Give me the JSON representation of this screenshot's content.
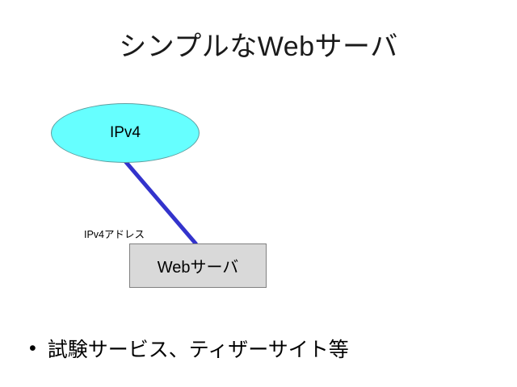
{
  "slide": {
    "title": "シンプルなWebサーバ",
    "background_color": "#ffffff",
    "text_color": "#000000"
  },
  "diagram": {
    "ellipse": {
      "label": "IPv4",
      "fill_color": "#66ffff",
      "border_color": "#5f9ea0"
    },
    "connector": {
      "label": "IPv4アドレス",
      "color": "#3333cc"
    },
    "server_box": {
      "label": "Webサーバ",
      "fill_color": "#d9d9d9",
      "border_color": "#808080"
    }
  },
  "bullets": [
    {
      "marker": "•",
      "text": "試験サービス、ティザーサイト等"
    }
  ]
}
